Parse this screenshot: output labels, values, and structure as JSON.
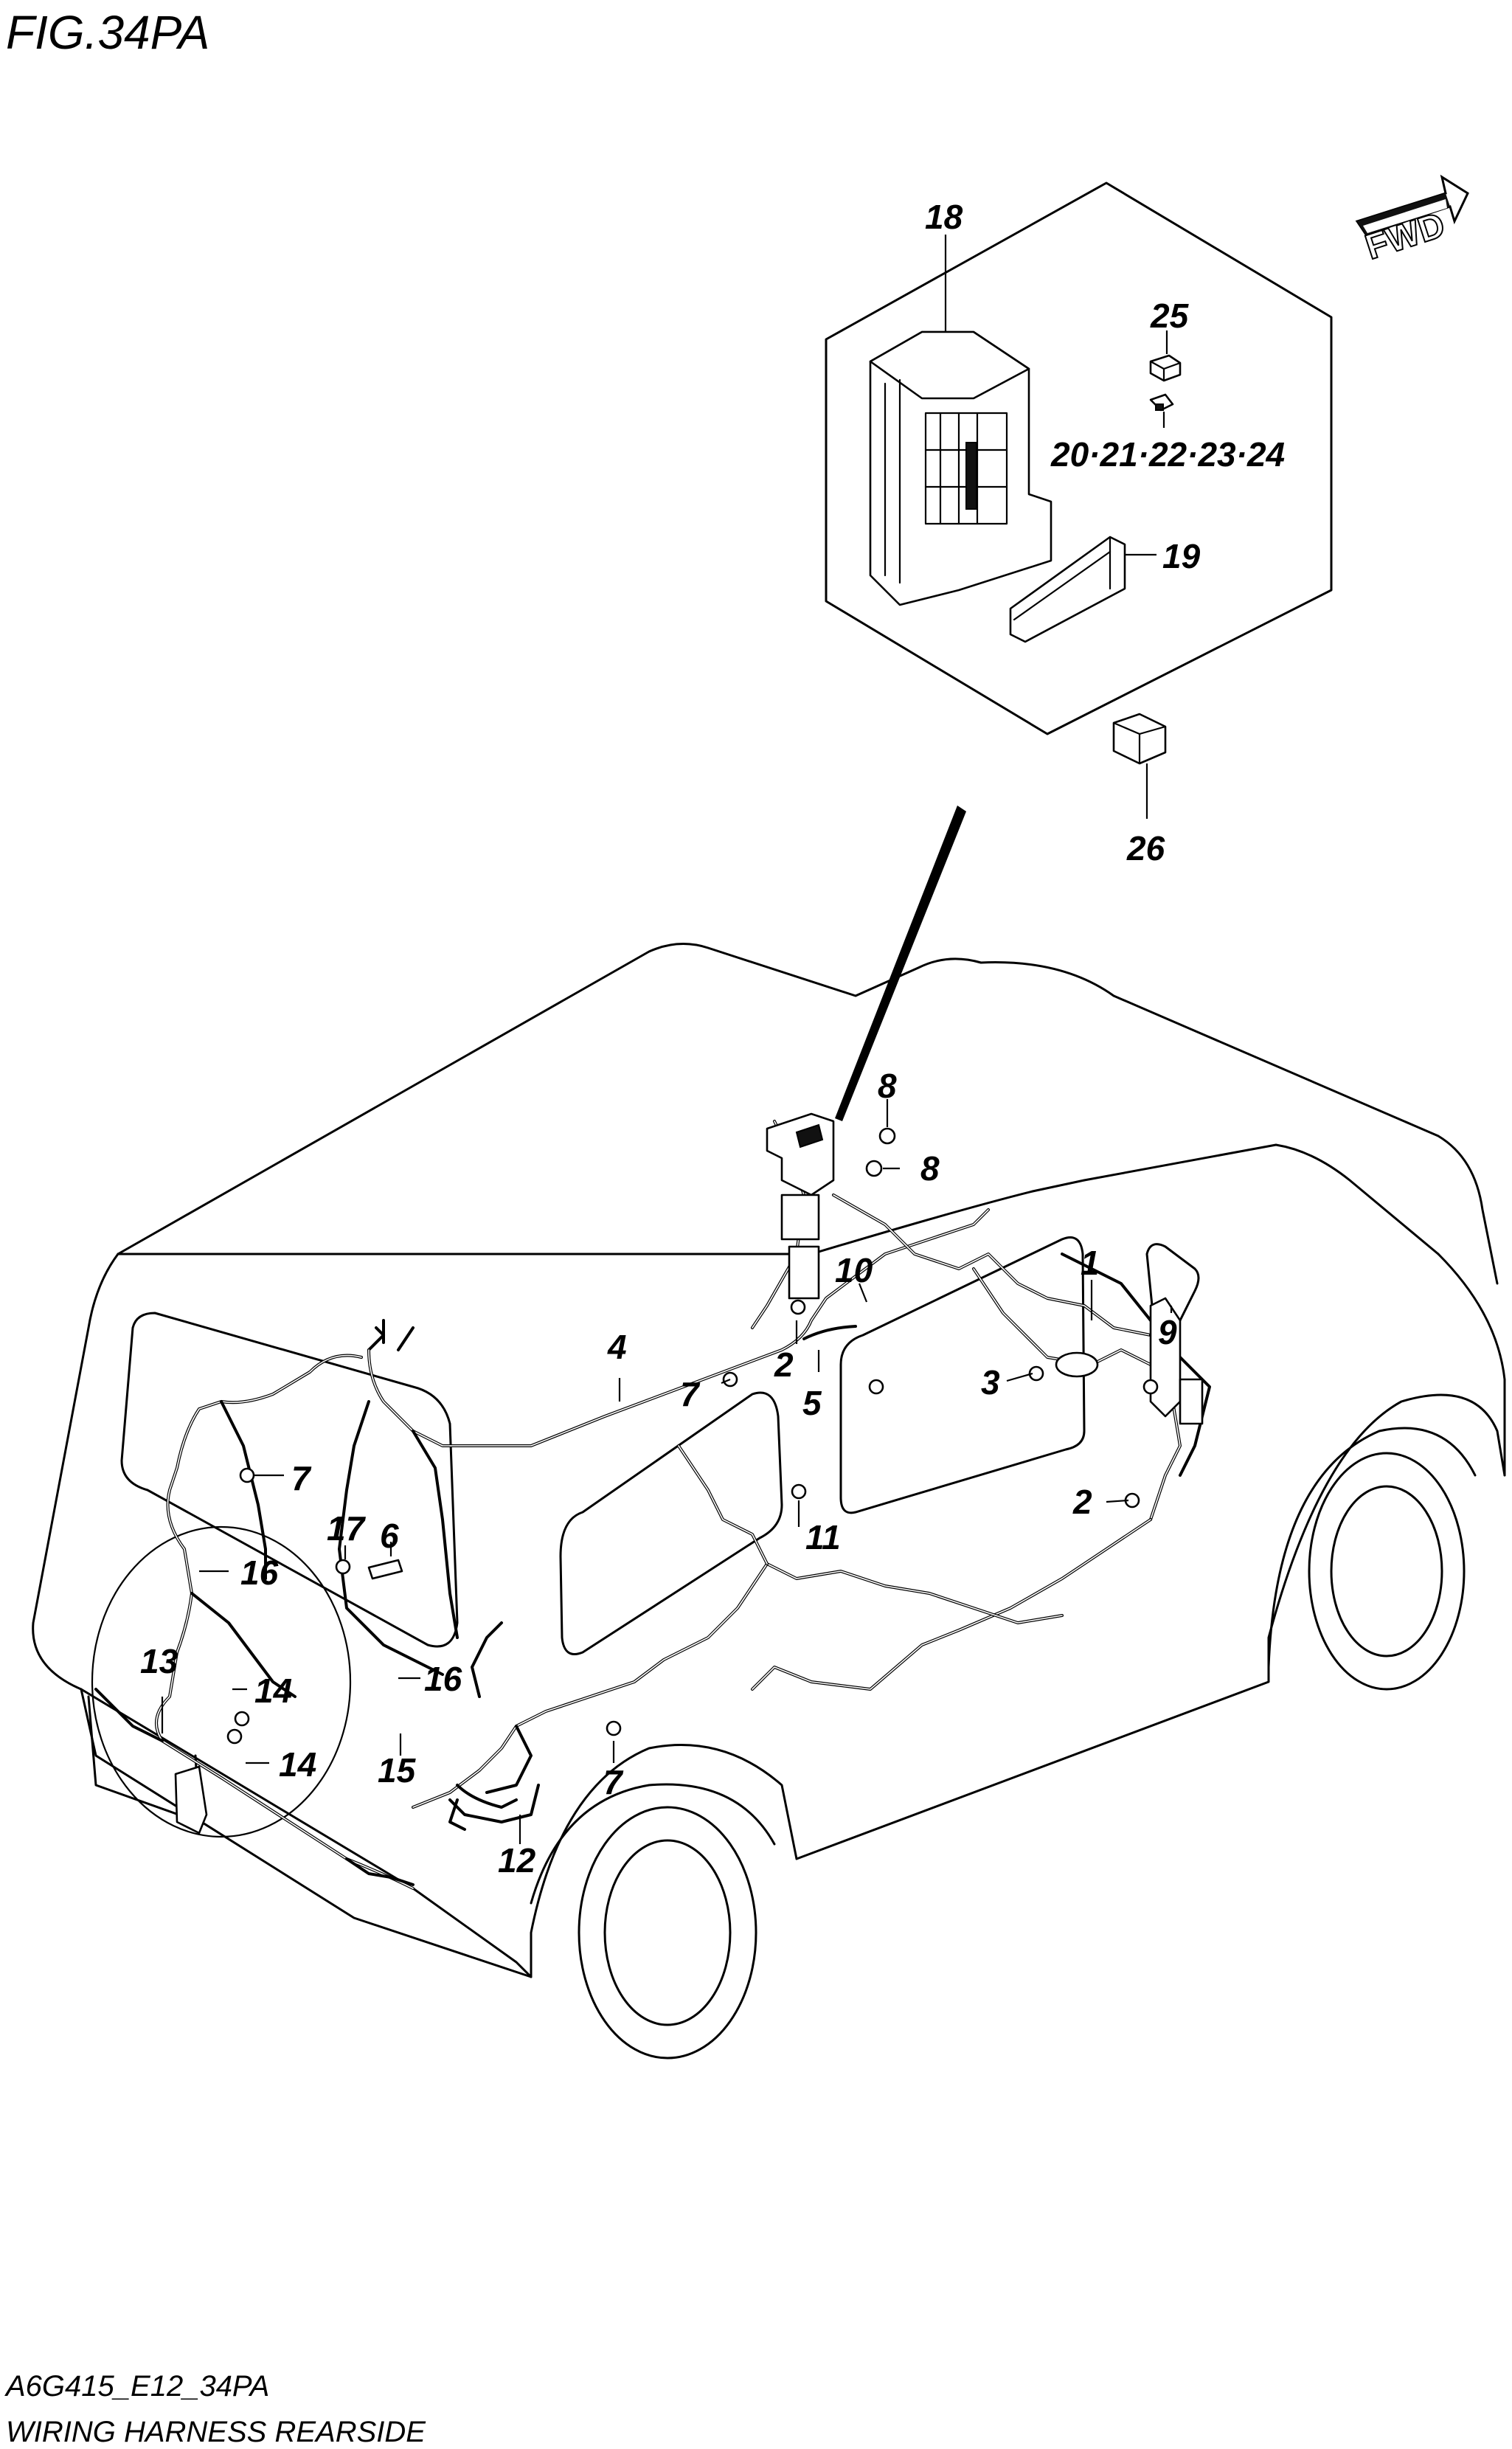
{
  "figure": {
    "title": "FIG.34PA",
    "fwd_label": "FWD",
    "code": "A6G415_E12_34PA",
    "caption": "WIRING HARNESS REARSIDE"
  },
  "callouts": [
    {
      "id": "c1",
      "text": "1"
    },
    {
      "id": "c2a",
      "text": "2"
    },
    {
      "id": "c2b",
      "text": "2"
    },
    {
      "id": "c3",
      "text": "3"
    },
    {
      "id": "c4",
      "text": "4"
    },
    {
      "id": "c5",
      "text": "5"
    },
    {
      "id": "c6",
      "text": "6"
    },
    {
      "id": "c7a",
      "text": "7"
    },
    {
      "id": "c7b",
      "text": "7"
    },
    {
      "id": "c7c",
      "text": "7"
    },
    {
      "id": "c8a",
      "text": "8"
    },
    {
      "id": "c8b",
      "text": "8"
    },
    {
      "id": "c9",
      "text": "9"
    },
    {
      "id": "c10",
      "text": "10"
    },
    {
      "id": "c11",
      "text": "11"
    },
    {
      "id": "c12",
      "text": "12"
    },
    {
      "id": "c13",
      "text": "13"
    },
    {
      "id": "c14a",
      "text": "14"
    },
    {
      "id": "c14b",
      "text": "14"
    },
    {
      "id": "c15",
      "text": "15"
    },
    {
      "id": "c16a",
      "text": "16"
    },
    {
      "id": "c16b",
      "text": "16"
    },
    {
      "id": "c17",
      "text": "17"
    },
    {
      "id": "c18",
      "text": "18"
    },
    {
      "id": "c19",
      "text": "19"
    },
    {
      "id": "c20",
      "text": "20·21·22·23·24"
    },
    {
      "id": "c25",
      "text": "25"
    },
    {
      "id": "c26",
      "text": "26"
    }
  ]
}
